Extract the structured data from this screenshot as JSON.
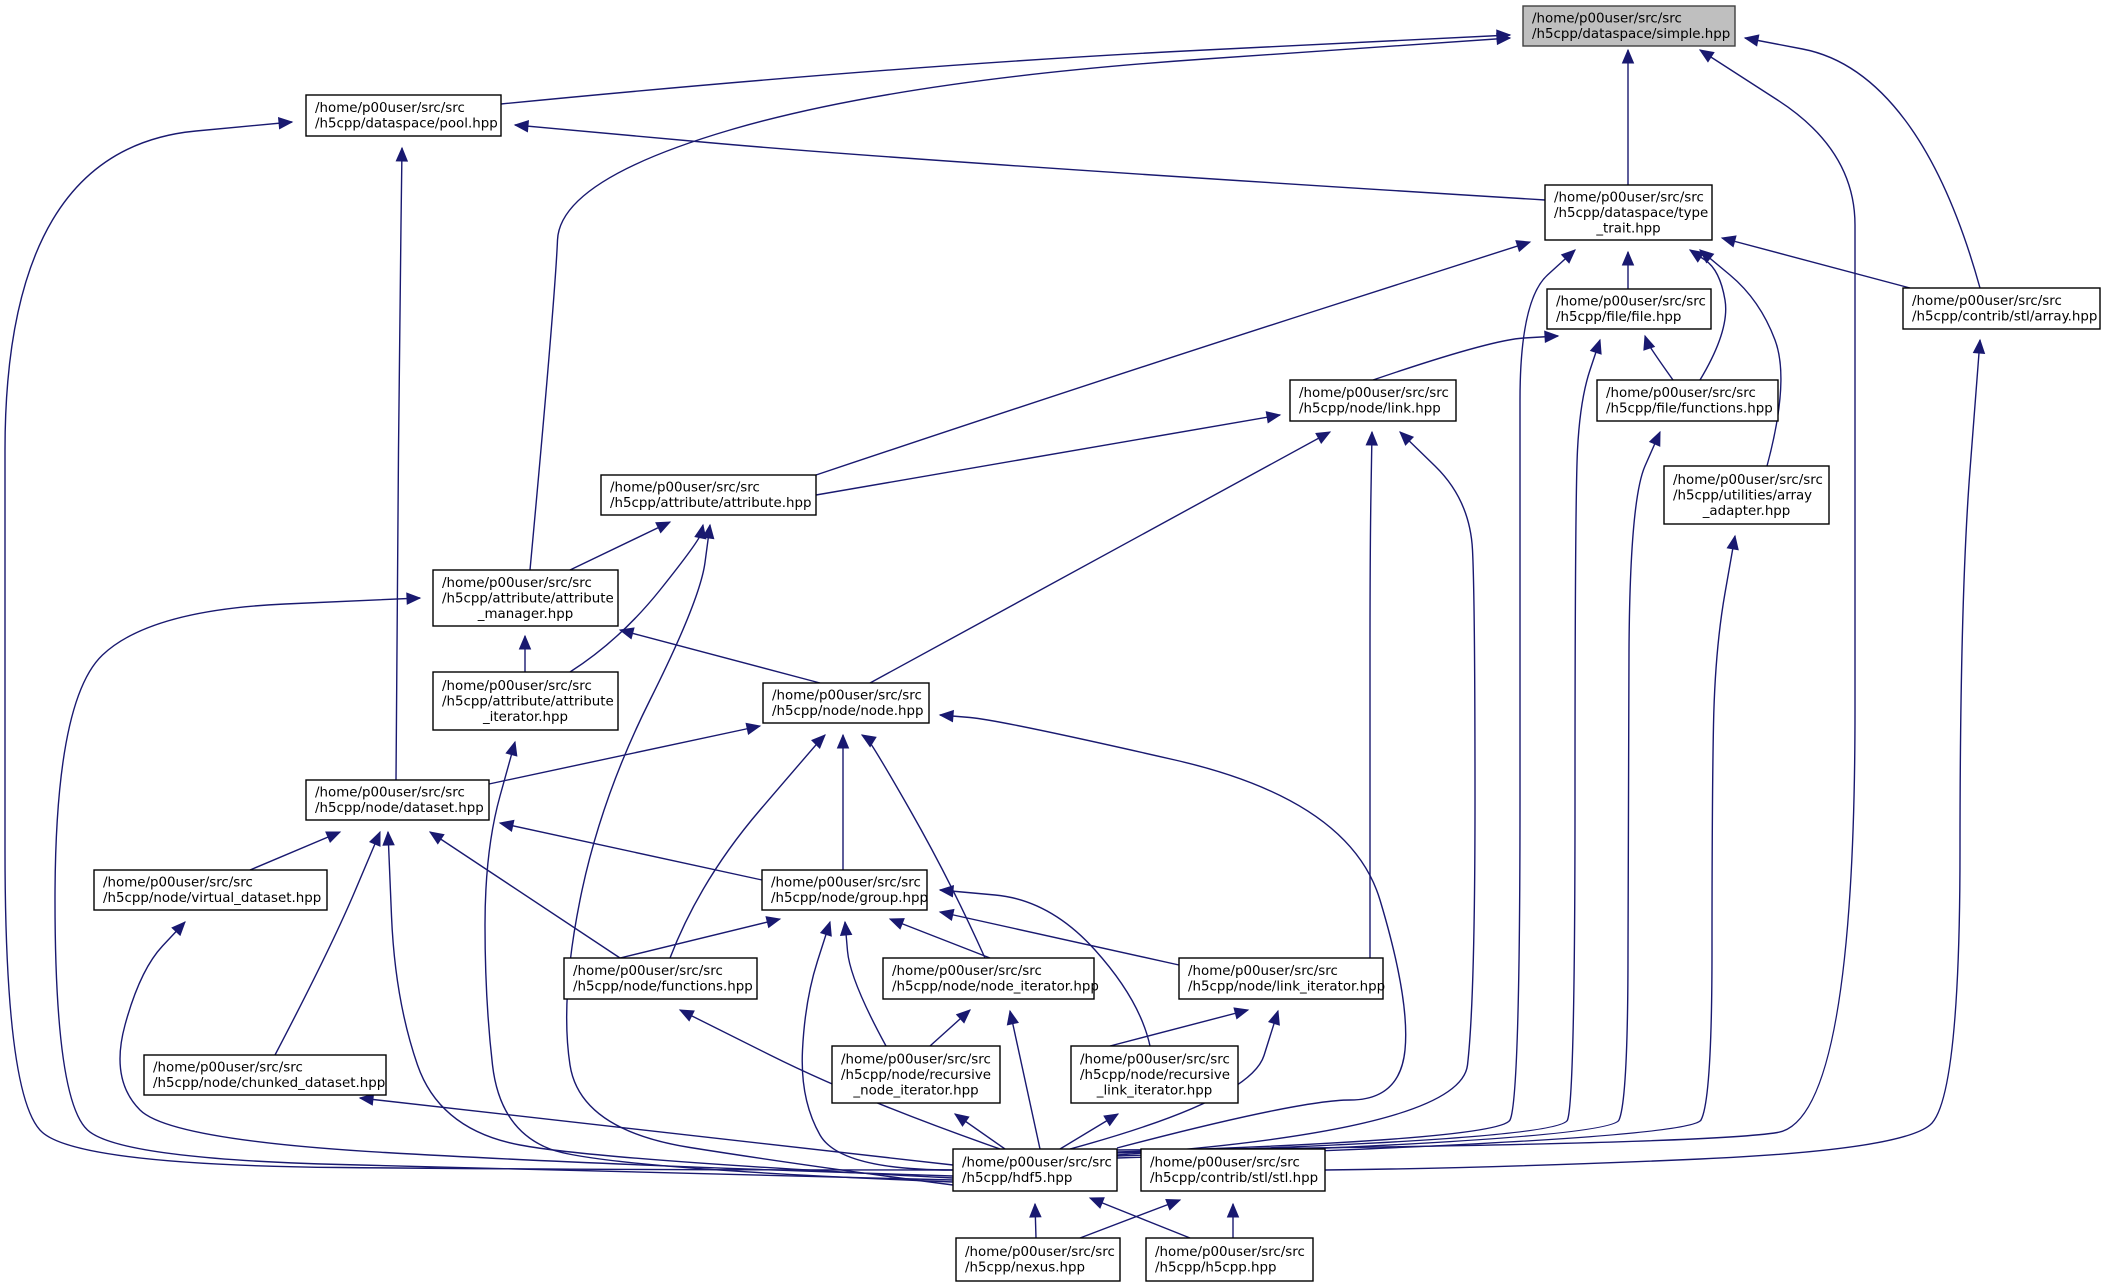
{
  "graph": {
    "title": "Include dependency graph for /home/p00user/src/src/h5cpp/dataspace/simple.hpp",
    "colors": {
      "edge": "#191970",
      "root_fill": "#bfbfbf",
      "node_fill": "#ffffff",
      "node_border": "#000000"
    },
    "nodes": [
      {
        "id": "simple",
        "lines": [
          "/home/p00user/src/src",
          "/h5cpp/dataspace/simple.hpp"
        ],
        "root": true
      },
      {
        "id": "pool",
        "lines": [
          "/home/p00user/src/src",
          "/h5cpp/dataspace/pool.hpp"
        ]
      },
      {
        "id": "type_trait",
        "lines": [
          "/home/p00user/src/src",
          "/h5cpp/dataspace/type",
          "_trait.hpp"
        ]
      },
      {
        "id": "file",
        "lines": [
          "/home/p00user/src/src",
          "/h5cpp/file/file.hpp"
        ]
      },
      {
        "id": "array",
        "lines": [
          "/home/p00user/src/src",
          "/h5cpp/contrib/stl/array.hpp"
        ]
      },
      {
        "id": "link",
        "lines": [
          "/home/p00user/src/src",
          "/h5cpp/node/link.hpp"
        ]
      },
      {
        "id": "file_functions",
        "lines": [
          "/home/p00user/src/src",
          "/h5cpp/file/functions.hpp"
        ]
      },
      {
        "id": "array_adapter",
        "lines": [
          "/home/p00user/src/src",
          "/h5cpp/utilities/array",
          "_adapter.hpp"
        ]
      },
      {
        "id": "attribute",
        "lines": [
          "/home/p00user/src/src",
          "/h5cpp/attribute/attribute.hpp"
        ]
      },
      {
        "id": "attribute_manager",
        "lines": [
          "/home/p00user/src/src",
          "/h5cpp/attribute/attribute",
          "_manager.hpp"
        ]
      },
      {
        "id": "attribute_iterator",
        "lines": [
          "/home/p00user/src/src",
          "/h5cpp/attribute/attribute",
          "_iterator.hpp"
        ]
      },
      {
        "id": "node",
        "lines": [
          "/home/p00user/src/src",
          "/h5cpp/node/node.hpp"
        ]
      },
      {
        "id": "dataset",
        "lines": [
          "/home/p00user/src/src",
          "/h5cpp/node/dataset.hpp"
        ]
      },
      {
        "id": "virtual_dataset",
        "lines": [
          "/home/p00user/src/src",
          "/h5cpp/node/virtual_dataset.hpp"
        ]
      },
      {
        "id": "group",
        "lines": [
          "/home/p00user/src/src",
          "/h5cpp/node/group.hpp"
        ]
      },
      {
        "id": "node_functions",
        "lines": [
          "/home/p00user/src/src",
          "/h5cpp/node/functions.hpp"
        ]
      },
      {
        "id": "node_iterator",
        "lines": [
          "/home/p00user/src/src",
          "/h5cpp/node/node_iterator.hpp"
        ]
      },
      {
        "id": "link_iterator",
        "lines": [
          "/home/p00user/src/src",
          "/h5cpp/node/link_iterator.hpp"
        ]
      },
      {
        "id": "chunked_dataset",
        "lines": [
          "/home/p00user/src/src",
          "/h5cpp/node/chunked_dataset.hpp"
        ]
      },
      {
        "id": "recursive_node_iterator",
        "lines": [
          "/home/p00user/src/src",
          "/h5cpp/node/recursive",
          "_node_iterator.hpp"
        ]
      },
      {
        "id": "recursive_link_iterator",
        "lines": [
          "/home/p00user/src/src",
          "/h5cpp/node/recursive",
          "_link_iterator.hpp"
        ]
      },
      {
        "id": "hdf5",
        "lines": [
          "/home/p00user/src/src",
          "/h5cpp/hdf5.hpp"
        ]
      },
      {
        "id": "stl",
        "lines": [
          "/home/p00user/src/src",
          "/h5cpp/contrib/stl/stl.hpp"
        ]
      },
      {
        "id": "nexus",
        "lines": [
          "/home/p00user/src/src",
          "/h5cpp/nexus.hpp"
        ]
      },
      {
        "id": "h5cpp",
        "lines": [
          "/home/p00user/src/src",
          "/h5cpp/h5cpp.hpp"
        ]
      }
    ],
    "edges": [
      {
        "from": "pool",
        "to": "simple"
      },
      {
        "from": "attribute_manager",
        "to": "simple"
      },
      {
        "from": "type_trait",
        "to": "simple"
      },
      {
        "from": "array",
        "to": "simple"
      },
      {
        "from": "hdf5",
        "to": "simple"
      },
      {
        "from": "hdf5",
        "to": "pool"
      },
      {
        "from": "dataset",
        "to": "pool"
      },
      {
        "from": "type_trait",
        "to": "pool"
      },
      {
        "from": "attribute",
        "to": "type_trait"
      },
      {
        "from": "file",
        "to": "type_trait"
      },
      {
        "from": "file_functions",
        "to": "type_trait"
      },
      {
        "from": "array_adapter",
        "to": "type_trait"
      },
      {
        "from": "array",
        "to": "type_trait"
      },
      {
        "from": "hdf5",
        "to": "type_trait"
      },
      {
        "from": "link",
        "to": "file"
      },
      {
        "from": "file_functions",
        "to": "file"
      },
      {
        "from": "hdf5",
        "to": "file"
      },
      {
        "from": "stl",
        "to": "array"
      },
      {
        "from": "attribute",
        "to": "link"
      },
      {
        "from": "node",
        "to": "link"
      },
      {
        "from": "link_iterator",
        "to": "link"
      },
      {
        "from": "hdf5",
        "to": "link"
      },
      {
        "from": "hdf5",
        "to": "file_functions"
      },
      {
        "from": "hdf5",
        "to": "array_adapter"
      },
      {
        "from": "attribute_manager",
        "to": "attribute"
      },
      {
        "from": "attribute_iterator",
        "to": "attribute"
      },
      {
        "from": "hdf5",
        "to": "attribute"
      },
      {
        "from": "attribute_iterator",
        "to": "attribute_manager"
      },
      {
        "from": "node",
        "to": "attribute_manager"
      },
      {
        "from": "hdf5",
        "to": "attribute_manager"
      },
      {
        "from": "hdf5",
        "to": "attribute_iterator"
      },
      {
        "from": "dataset",
        "to": "node"
      },
      {
        "from": "group",
        "to": "node"
      },
      {
        "from": "node_functions",
        "to": "node"
      },
      {
        "from": "node_iterator",
        "to": "node"
      },
      {
        "from": "hdf5",
        "to": "node"
      },
      {
        "from": "virtual_dataset",
        "to": "dataset"
      },
      {
        "from": "chunked_dataset",
        "to": "dataset"
      },
      {
        "from": "group",
        "to": "dataset"
      },
      {
        "from": "node_functions",
        "to": "dataset"
      },
      {
        "from": "hdf5",
        "to": "dataset"
      },
      {
        "from": "hdf5",
        "to": "virtual_dataset"
      },
      {
        "from": "node_functions",
        "to": "group"
      },
      {
        "from": "node_iterator",
        "to": "group"
      },
      {
        "from": "link_iterator",
        "to": "group"
      },
      {
        "from": "recursive_node_iterator",
        "to": "group"
      },
      {
        "from": "recursive_link_iterator",
        "to": "group"
      },
      {
        "from": "hdf5",
        "to": "group"
      },
      {
        "from": "hdf5",
        "to": "node_functions"
      },
      {
        "from": "recursive_node_iterator",
        "to": "node_iterator"
      },
      {
        "from": "hdf5",
        "to": "node_iterator"
      },
      {
        "from": "recursive_link_iterator",
        "to": "link_iterator"
      },
      {
        "from": "hdf5",
        "to": "link_iterator"
      },
      {
        "from": "hdf5",
        "to": "chunked_dataset"
      },
      {
        "from": "hdf5",
        "to": "recursive_node_iterator"
      },
      {
        "from": "hdf5",
        "to": "recursive_link_iterator"
      },
      {
        "from": "nexus",
        "to": "hdf5"
      },
      {
        "from": "h5cpp",
        "to": "hdf5"
      },
      {
        "from": "nexus",
        "to": "stl"
      },
      {
        "from": "h5cpp",
        "to": "stl"
      }
    ]
  }
}
